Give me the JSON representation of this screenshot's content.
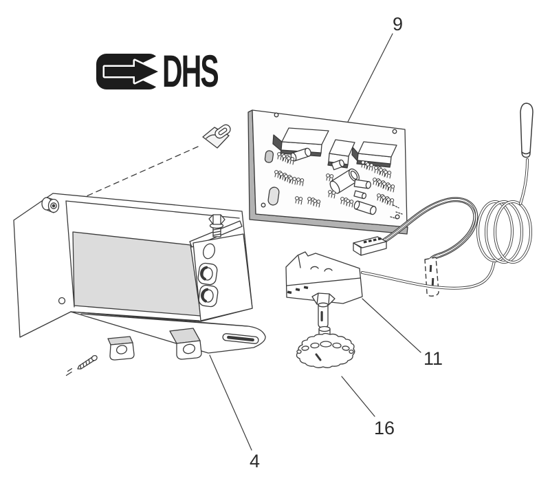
{
  "page": {
    "background_color": "#ffffff"
  },
  "logo": {
    "text": "DHS"
  },
  "diagram": {
    "type": "exploded-parts-diagram",
    "colors": {
      "line": "#3a3a3a",
      "shade": "#d9d9d9",
      "dark_face": "#555555",
      "logo": "#1c1c1c",
      "label_text": "#2b2b2b"
    },
    "parts": [
      {
        "callout": "9",
        "name": "control-circuit-board"
      },
      {
        "callout": "11",
        "name": "thermostat-unit"
      },
      {
        "callout": "16",
        "name": "control-knob"
      },
      {
        "callout": "4",
        "name": "enclosure-mounting-bracket"
      }
    ]
  }
}
